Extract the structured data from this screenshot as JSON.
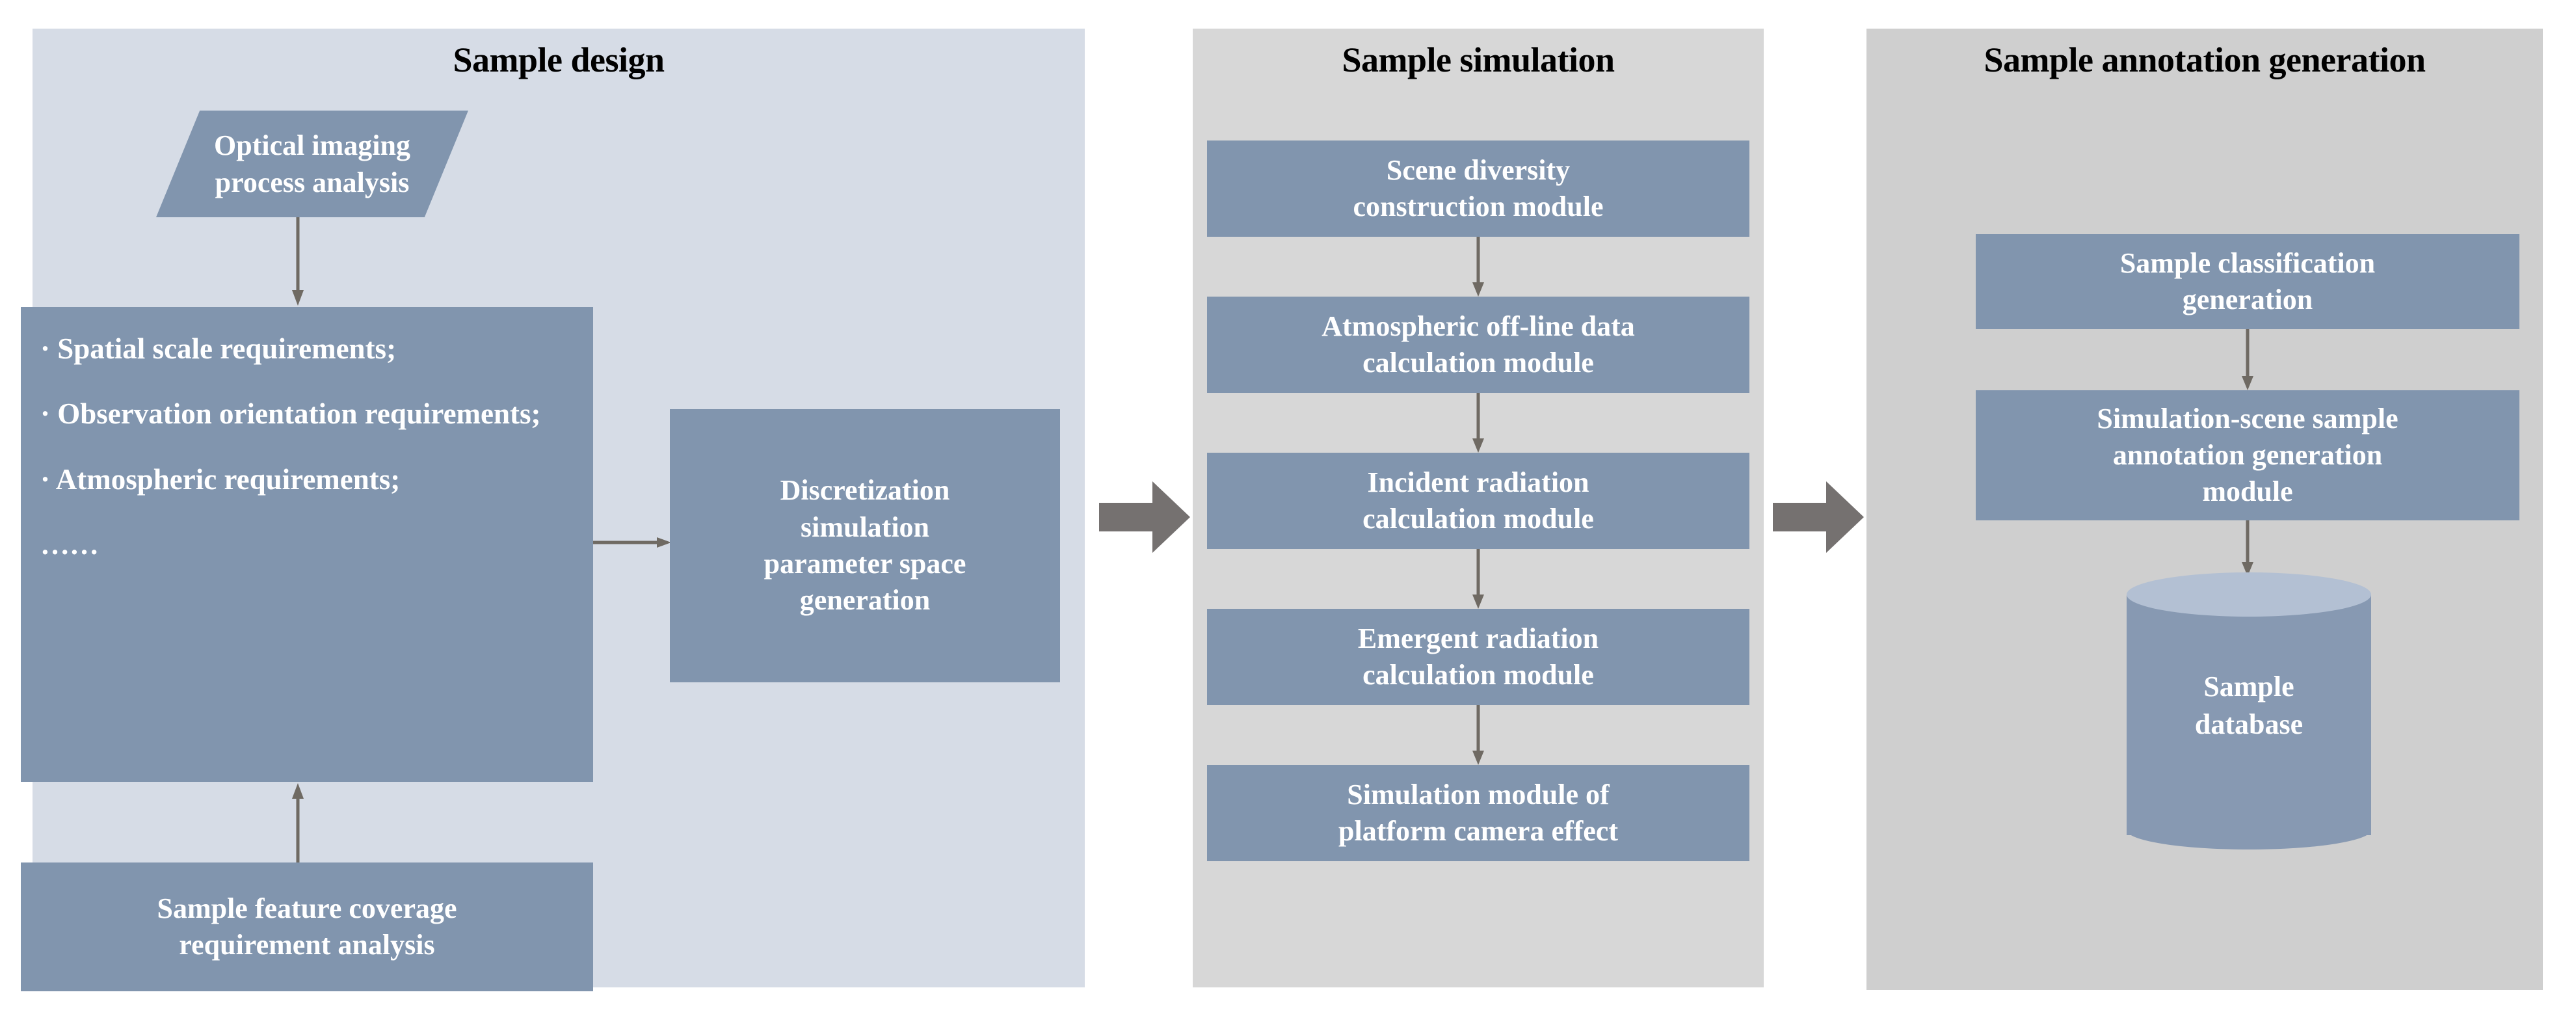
{
  "colors": {
    "node_fill": "#8195ae",
    "panel_design_bg": "#d6dce6",
    "panel_simulation_bg": "#d7d7d7",
    "panel_annotation_bg": "#cfcfcf",
    "node_text": "#ffffff",
    "title_text": "#000000",
    "connector": "#6f6a63",
    "block_arrow": "#757170",
    "cylinder_top": "#b3c0d3",
    "cylinder_body": "#8799b2"
  },
  "panels": {
    "design": {
      "title": "Sample design",
      "nodes": {
        "optical": "Optical imaging\nprocess analysis",
        "optical_line1": "Optical imaging",
        "optical_line2": "process analysis",
        "requirements": [
          "· Spatial scale requirements;",
          "· Observation orientation requirements;",
          "· Atmospheric requirements;",
          "……"
        ],
        "discretization_line1": "Discretization",
        "discretization_line2": "simulation",
        "discretization_line3": "parameter space",
        "discretization_line4": "generation",
        "coverage_line1": "Sample feature coverage",
        "coverage_line2": "requirement analysis"
      }
    },
    "simulation": {
      "title": "Sample simulation",
      "modules": [
        {
          "line1": "Scene diversity",
          "line2": "construction module"
        },
        {
          "line1": "Atmospheric off-line data",
          "line2": "calculation module"
        },
        {
          "line1": "Incident radiation",
          "line2": "calculation module"
        },
        {
          "line1": "Emergent radiation",
          "line2": "calculation module"
        },
        {
          "line1": "Simulation module of",
          "line2": "platform camera effect"
        }
      ]
    },
    "annotation": {
      "title": "Sample annotation generation",
      "nodes": {
        "classification_line1": "Sample classification",
        "classification_line2": "generation",
        "annotation_module_line1": "Simulation-scene sample",
        "annotation_module_line2": "annotation generation",
        "annotation_module_line3": "module",
        "database_line1": "Sample",
        "database_line2": "database"
      }
    }
  },
  "flow": {
    "stage_arrow_1": "arrow from Sample design to Sample simulation",
    "stage_arrow_2": "arrow from Sample simulation to Sample annotation generation"
  }
}
